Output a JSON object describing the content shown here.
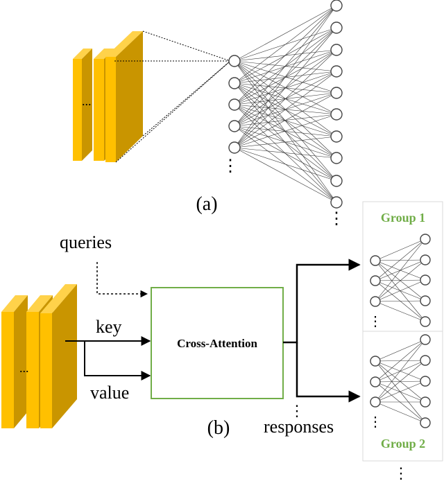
{
  "panel_a": {
    "caption": "(a)",
    "stack_ellipsis": "...",
    "left_layer_ellipsis": "⋮",
    "right_layer_ellipsis": "⋮"
  },
  "panel_b": {
    "caption": "(b)",
    "stack_ellipsis": "...",
    "queries_label": "queries",
    "key_label": "key",
    "value_label": "value",
    "module_label": "Cross-Attention",
    "responses_label": "responses",
    "responses_ellipsis": "⋮",
    "group1_title": "Group 1",
    "group2_title": "Group 2",
    "group1_ellipsis": "⋮",
    "group2_ellipsis": "⋮",
    "groups_more_ellipsis": "⋮"
  },
  "colors": {
    "feature_face": "#C99500",
    "feature_side": "#FFC000",
    "feature_top": "#FFD24A",
    "module_border": "#70AD47",
    "group_title": "#70AD47",
    "group_box_border": "#D9D9D9",
    "line": "#000000",
    "node_edge": "#444444"
  }
}
